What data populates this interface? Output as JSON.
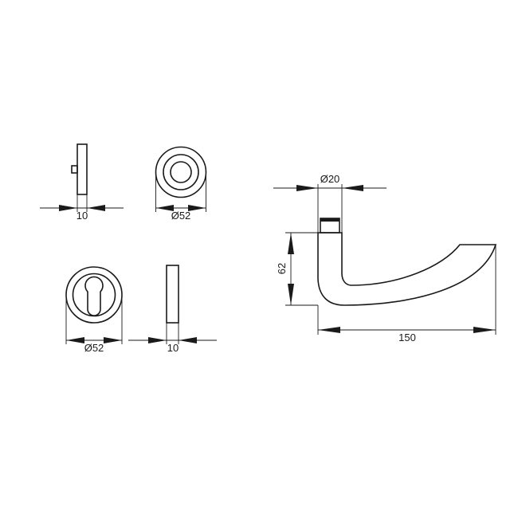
{
  "dimensions": {
    "rose_side_thickness": "10",
    "rose_diameter": "Ø52",
    "escutcheon_diameter": "Ø52",
    "escutcheon_side_thickness": "10",
    "handle_spindle_diameter": "Ø20",
    "handle_height": "62",
    "handle_length": "150"
  },
  "colors": {
    "line": "#1a1a1a",
    "background": "#ffffff"
  }
}
